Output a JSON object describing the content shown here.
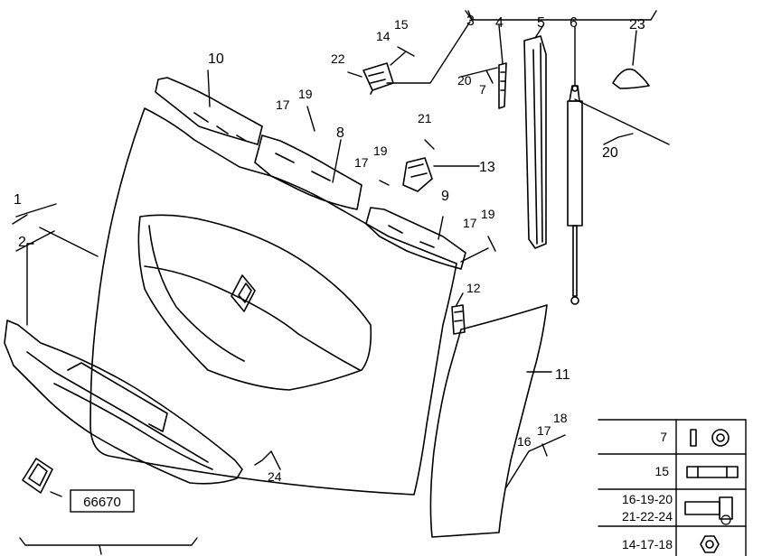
{
  "callouts": {
    "c1": "1",
    "c2": "2",
    "c3": "3",
    "c4": "4",
    "c5": "5",
    "c6": "6",
    "c7": "7",
    "c8": "8",
    "c9": "9",
    "c10": "10",
    "c11": "11",
    "c12": "12",
    "c13": "13",
    "c14": "14",
    "c15": "15",
    "c16": "16",
    "c17a": "17",
    "c17b": "17",
    "c17c": "17",
    "c17d": "17",
    "c18": "18",
    "c19a": "19",
    "c19b": "19",
    "c19c": "19",
    "c20a": "20",
    "c20b": "20",
    "c21": "21",
    "c22": "22",
    "c23": "23",
    "c24": "24"
  },
  "reference": {
    "code": "66670"
  },
  "legend": {
    "rows": [
      {
        "label": "7",
        "icon": "washer-icon"
      },
      {
        "label": "15",
        "icon": "clip-icon"
      },
      {
        "label_line1": "16-19-20",
        "label_line2": "21-22-24",
        "icon": "screw-icon"
      },
      {
        "label": "14-17-18",
        "icon": "nut-icon"
      }
    ]
  }
}
